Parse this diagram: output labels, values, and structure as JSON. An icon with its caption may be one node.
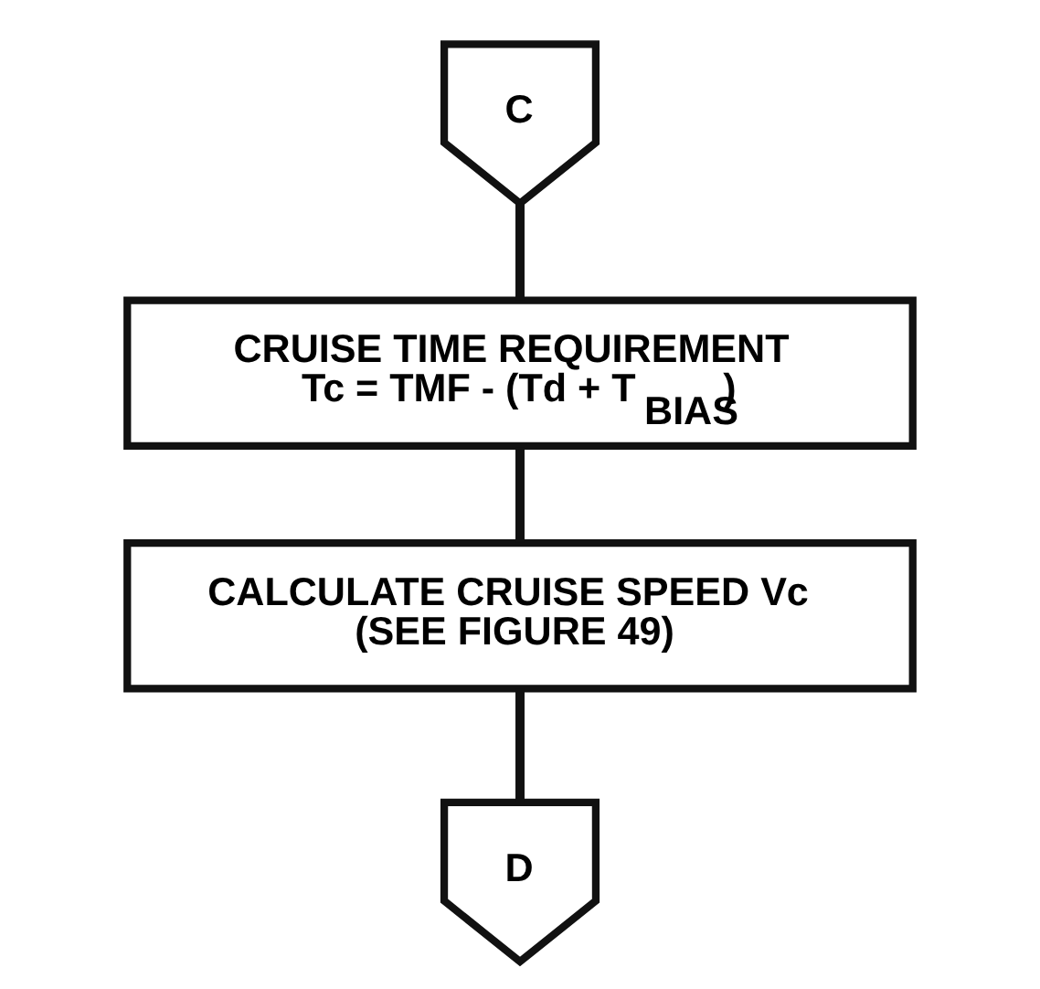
{
  "diagram": {
    "nodes": [
      {
        "text": [
          "C"
        ]
      },
      {
        "text": [
          "CRUISE TIME REQUIREMENT",
          "Tc = TMF - (Td + T$_{BIAS}$)"
        ]
      },
      {
        "text": [
          "CALCULATE CRUISE SPEED Vc",
          "(SEE FIGURE 49)"
        ]
      },
      {
        "text": [
          "D"
        ]
      }
    ],
    "edges": [
      {
        "from": 0,
        "to": 1,
        "arrow": "none"
      },
      {
        "from": 1,
        "to": 2,
        "arrow": "none"
      },
      {
        "from": 2,
        "to": 3,
        "arrow": "none"
      }
    ]
  }
}
